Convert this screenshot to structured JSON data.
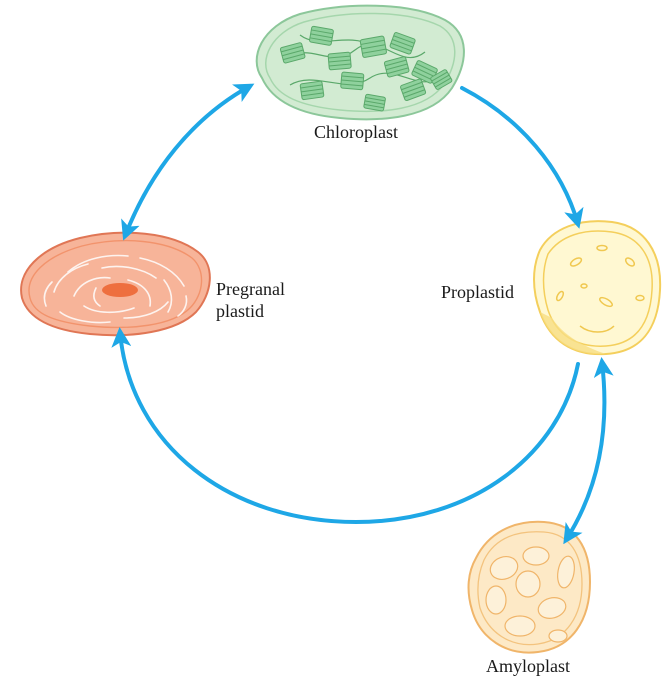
{
  "labels": {
    "chloroplast": "Chloroplast",
    "proplastid": "Proplastid",
    "pregranal_line1": "Pregranal",
    "pregranal_line2": "plastid",
    "amyloplast": "Amyloplast"
  },
  "colors": {
    "arrow": "#1ea7e6",
    "chloroplast_fill": "#d2ebd2",
    "chloroplast_stroke": "#8cc79a",
    "chloroplast_grana": "#8fd19d",
    "proplastid_fill": "#fff8d2",
    "proplastid_stroke": "#f4cf5c",
    "pregranal_fill": "#f7b499",
    "pregranal_stroke": "#e07655",
    "pregranal_core": "#ee6f3f",
    "amyloplast_fill": "#fde9c6",
    "amyloplast_stroke": "#f0b56a"
  }
}
